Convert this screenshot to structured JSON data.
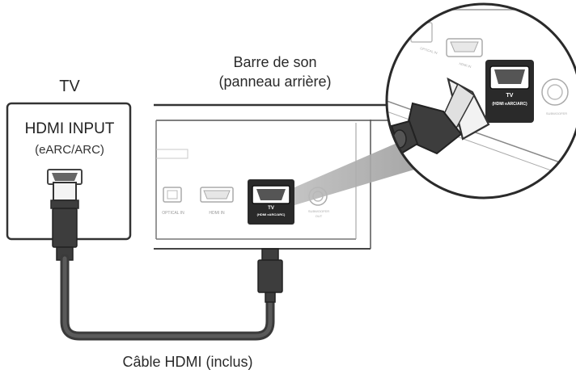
{
  "tv": {
    "label": "TV",
    "port_title": "HDMI INPUT",
    "port_subtitle": "(eARC/ARC)"
  },
  "soundbar": {
    "label_line1": "Barre de son",
    "label_line2": "(panneau arrière)",
    "ports": {
      "optical": "OPTICAL IN",
      "hdmi_in": "HDMI IN",
      "tv_title": "TV",
      "tv_sub": "(HDMI eARC/ARC)",
      "subwoofer_line1": "SUBWOOFER",
      "subwoofer_line2": "OUT"
    }
  },
  "magnified": {
    "optical": "OPTICAL IN",
    "hdmi_in": "HDMI IN",
    "tv_title": "TV",
    "tv_sub": "(HDMI eARC/ARC)",
    "subwoofer": "SUBWOOFER"
  },
  "cable": {
    "label": "Câble HDMI (inclus)"
  },
  "colors": {
    "line": "#3a3a3a",
    "plug": "#3d3d3d",
    "cable": "#444444",
    "port_fill": "#ffffff",
    "highlight": "#2a2a2a",
    "wedge": "#a9a9a9"
  }
}
